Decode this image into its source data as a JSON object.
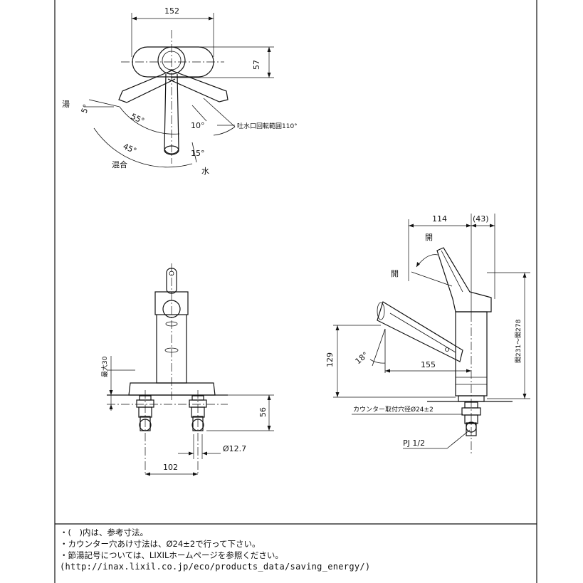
{
  "top_view": {
    "dim_width": "152",
    "dim_height": "57",
    "label_hot": "湯",
    "label_mix": "混合",
    "label_cold": "水",
    "angle_5": "5°",
    "angle_55": "55°",
    "angle_45": "45°",
    "angle_10": "10°",
    "angle_15": "15°",
    "spout_swing": "吐水口回転範囲110°"
  },
  "front_view": {
    "dim_max30": "最大30",
    "dim_56": "56",
    "dim_pipe": "Ø12.7",
    "dim_102": "102"
  },
  "side_view": {
    "dim_114": "114",
    "dim_43": "(43)",
    "label_open_top": "開",
    "label_open_left": "開",
    "dim_height_range": "開231～開278",
    "dim_129": "129",
    "angle_18": "18°",
    "dim_155": "155",
    "counter_hole": "カウンター取付穴径Ø24±2",
    "pj": "PJ 1/2"
  },
  "notes": [
    "・(　)内は、参考寸法。",
    "・カウンター穴あけ寸法は、Ø24±2で行って下さい。",
    "・節湯記号については、LIXILホームページを参照ください。",
    "(http://inax.lixil.co.jp/eco/products_data/saving_energy/)"
  ]
}
